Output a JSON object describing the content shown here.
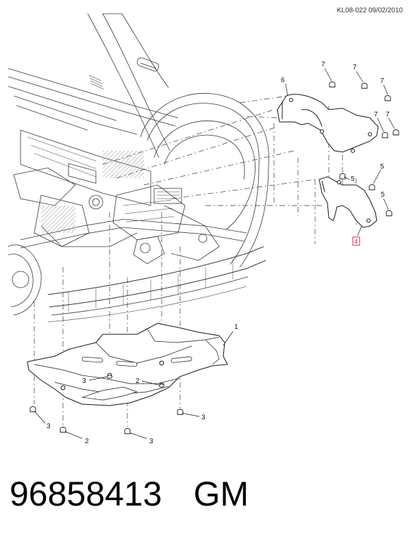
{
  "drawing_code": "KL08-022 09/02/2010",
  "callouts": {
    "c1": "1",
    "c2a": "2",
    "c2b": "2",
    "c3a": "3",
    "c3b": "3",
    "c3c": "3",
    "c3d": "3",
    "c4": "4",
    "c5a": "5",
    "c5b": "5",
    "c5c": "5",
    "c6": "6",
    "c7a": "7",
    "c7b": "7",
    "c7c": "7",
    "c7d": "7",
    "c7e": "7"
  },
  "footer": {
    "part_number": "96858413",
    "brand": "GM"
  },
  "colors": {
    "line": "#1a1a1a",
    "highlight_label": "#e02050"
  }
}
